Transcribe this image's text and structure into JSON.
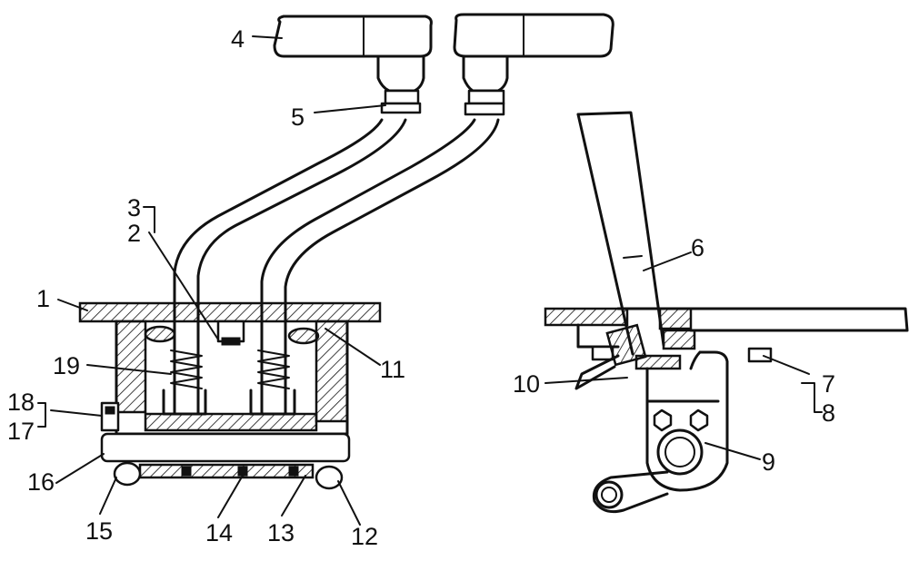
{
  "labels": [
    {
      "id": "1",
      "text": "1"
    },
    {
      "id": "2",
      "text": "2"
    },
    {
      "id": "3",
      "text": "3"
    },
    {
      "id": "4",
      "text": "4"
    },
    {
      "id": "5",
      "text": "5"
    },
    {
      "id": "6",
      "text": "6"
    },
    {
      "id": "7",
      "text": "7"
    },
    {
      "id": "8",
      "text": "8"
    },
    {
      "id": "9",
      "text": "9"
    },
    {
      "id": "10",
      "text": "10"
    },
    {
      "id": "11",
      "text": "11"
    },
    {
      "id": "12",
      "text": "12"
    },
    {
      "id": "13",
      "text": "13"
    },
    {
      "id": "14",
      "text": "14"
    },
    {
      "id": "15",
      "text": "15"
    },
    {
      "id": "16",
      "text": "16"
    },
    {
      "id": "17",
      "text": "17"
    },
    {
      "id": "18",
      "text": "18"
    },
    {
      "id": "19",
      "text": "19"
    }
  ],
  "colors": {
    "ink": "#111111",
    "paper": "#ffffff"
  }
}
